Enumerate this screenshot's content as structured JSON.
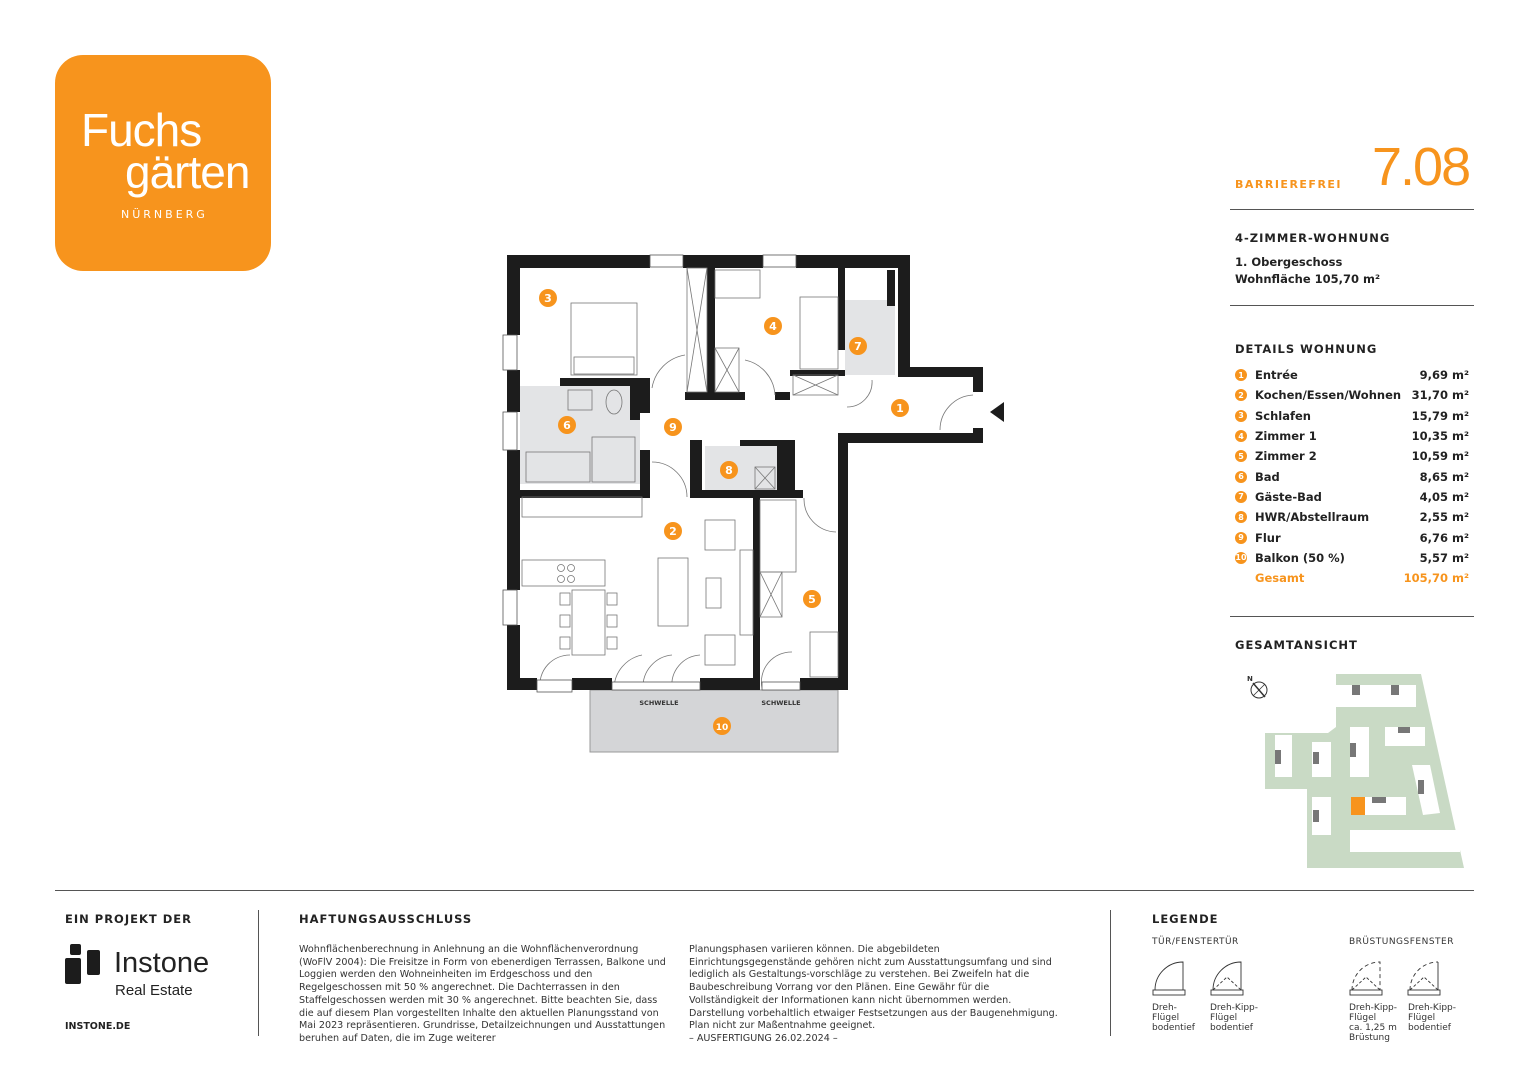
{
  "brand": {
    "line1": "Fuchs",
    "line2": "gärten",
    "city": "NÜRNBERG",
    "color": "#f7941d"
  },
  "header": {
    "tag": "BARRIEREFREI",
    "unit_number": "7.08",
    "type": "4-ZIMMER-WOHNUNG",
    "floor": "1. Obergeschoss",
    "area": "Wohnfläche 105,70 m²"
  },
  "details": {
    "title": "DETAILS WOHNUNG",
    "rooms": [
      {
        "no": "1",
        "name": "Entrée",
        "area": "9,69 m²"
      },
      {
        "no": "2",
        "name": "Kochen/Essen/Wohnen",
        "area": "31,70 m²"
      },
      {
        "no": "3",
        "name": "Schlafen",
        "area": "15,79 m²"
      },
      {
        "no": "4",
        "name": "Zimmer 1",
        "area": "10,35 m²"
      },
      {
        "no": "5",
        "name": "Zimmer 2",
        "area": "10,59 m²"
      },
      {
        "no": "6",
        "name": "Bad",
        "area": "8,65 m²"
      },
      {
        "no": "7",
        "name": "Gäste-Bad",
        "area": "4,05 m²"
      },
      {
        "no": "8",
        "name": "HWR/Abstellraum",
        "area": "2,55 m²"
      },
      {
        "no": "9",
        "name": "Flur",
        "area": "6,76 m²"
      },
      {
        "no": "10",
        "name": "Balkon (50 %)",
        "area": "5,57 m²"
      }
    ],
    "total_label": "Gesamt",
    "total_area": "105,70 m²"
  },
  "overview": {
    "title": "GESAMTANSICHT",
    "north": "N",
    "site_color": "#c9dac5",
    "highlight_color": "#f7941d"
  },
  "plan": {
    "threshold_label": "SCHWELLE",
    "numbers": [
      "1",
      "2",
      "3",
      "4",
      "5",
      "6",
      "7",
      "8",
      "9",
      "10"
    ]
  },
  "footer": {
    "project_label": "EIN PROJEKT DER",
    "company": "Instone",
    "company_sub": "Real Estate",
    "website": "INSTONE.DE",
    "disclaimer_title": "HAFTUNGSAUSSCHLUSS",
    "disclaimer_col1": "Wohnflächenberechnung in Anlehnung an die Wohnflächenverordnung (WoFlV 2004): Die Freisitze in Form von ebenerdigen Terrassen, Balkone und Loggien werden den Wohneinheiten im Erdgeschoss und den Regelgeschossen mit 50 % angerechnet. Die Dachterrassen in den Staffelgeschossen werden mit 30 % angerechnet. Bitte beachten Sie, dass die auf diesem Plan vorgestellten Inhalte den aktuellen Planungsstand von Mai 2023 repräsentieren. Grundrisse, Detailzeichnungen und Ausstattungen beruhen auf Daten, die im Zuge weiterer",
    "disclaimer_col2": "Planungsphasen variieren können. Die abgebildeten Einrichtungsgegenstände gehören nicht zum Ausstattungsumfang und sind lediglich als Gestaltungs-vorschläge zu verstehen. Bei Zweifeln hat die Baubeschreibung Vorrang vor den Plänen. Eine Gewähr für die Vollständigkeit der Informationen kann nicht übernommen werden. Darstellung vorbehaltlich etwaiger Festsetzungen aus der Baugenehmigung. Plan nicht zur Maßentnahme geeignet.",
    "issue_date": "– AUSFERTIGUNG 26.02.2024 –",
    "legend_title": "LEGENDE",
    "legend_group1": "TÜR/FENSTERTÜR",
    "legend_group2": "BRÜSTUNGSFENSTER",
    "legend_items": [
      {
        "l1": "Dreh-",
        "l2": "Flügel",
        "l3": "bodentief",
        "l4": ""
      },
      {
        "l1": "Dreh-Kipp-",
        "l2": "Flügel",
        "l3": "bodentief",
        "l4": ""
      },
      {
        "l1": "Dreh-Kipp-",
        "l2": "Flügel",
        "l3": "ca. 1,25 m",
        "l4": "Brüstung"
      },
      {
        "l1": "Dreh-Kipp-",
        "l2": "Flügel",
        "l3": "bodentief",
        "l4": ""
      }
    ]
  }
}
